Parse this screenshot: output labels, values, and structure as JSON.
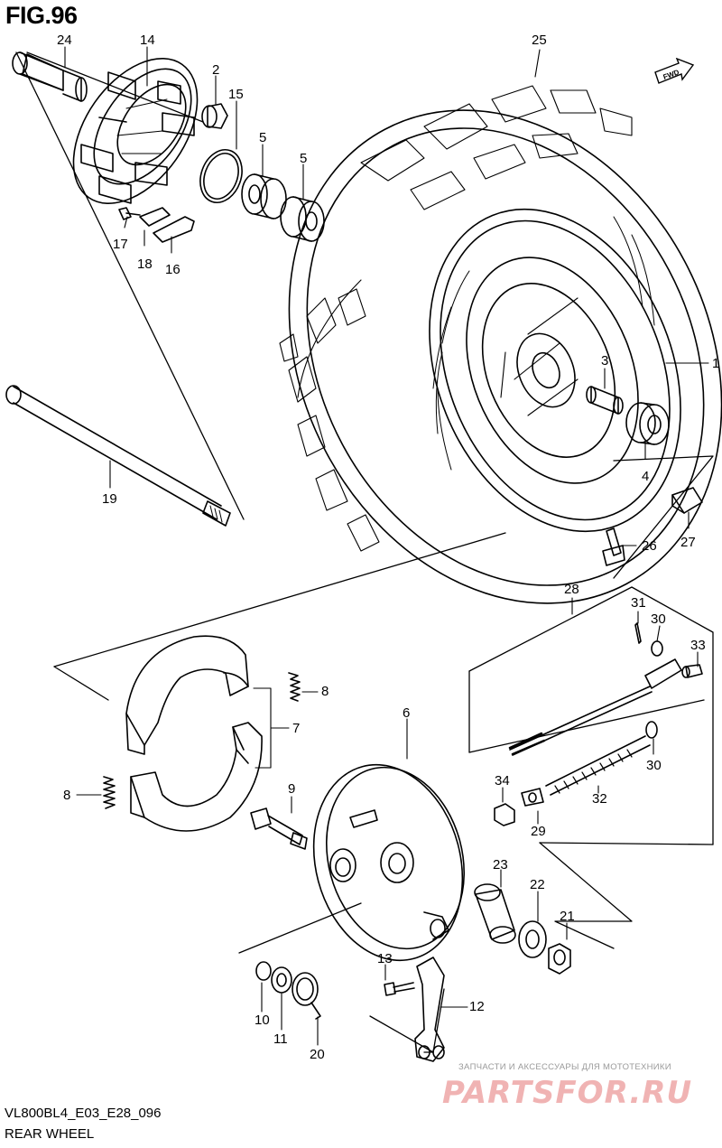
{
  "figure": {
    "title": "FIG.96"
  },
  "fwd_label": "FWD",
  "callouts": [
    {
      "id": "c24",
      "text": "24"
    },
    {
      "id": "c14",
      "text": "14"
    },
    {
      "id": "c2",
      "text": "2"
    },
    {
      "id": "c15",
      "text": "15"
    },
    {
      "id": "c5a",
      "text": "5"
    },
    {
      "id": "c5b",
      "text": "5"
    },
    {
      "id": "c25",
      "text": "25"
    },
    {
      "id": "c17",
      "text": "17"
    },
    {
      "id": "c18",
      "text": "18"
    },
    {
      "id": "c16",
      "text": "16"
    },
    {
      "id": "c3",
      "text": "3"
    },
    {
      "id": "c1",
      "text": "1"
    },
    {
      "id": "c4",
      "text": "4"
    },
    {
      "id": "c19",
      "text": "19"
    },
    {
      "id": "c26",
      "text": "26"
    },
    {
      "id": "c27",
      "text": "27"
    },
    {
      "id": "c28",
      "text": "28"
    },
    {
      "id": "c31",
      "text": "31"
    },
    {
      "id": "c30a",
      "text": "30"
    },
    {
      "id": "c33",
      "text": "33"
    },
    {
      "id": "c8a",
      "text": "8"
    },
    {
      "id": "c7",
      "text": "7"
    },
    {
      "id": "c6",
      "text": "6"
    },
    {
      "id": "c30b",
      "text": "30"
    },
    {
      "id": "c34",
      "text": "34"
    },
    {
      "id": "c32",
      "text": "32"
    },
    {
      "id": "c29",
      "text": "29"
    },
    {
      "id": "c8b",
      "text": "8"
    },
    {
      "id": "c9",
      "text": "9"
    },
    {
      "id": "c23",
      "text": "23"
    },
    {
      "id": "c22",
      "text": "22"
    },
    {
      "id": "c21",
      "text": "21"
    },
    {
      "id": "c13",
      "text": "13"
    },
    {
      "id": "c12",
      "text": "12"
    },
    {
      "id": "c10",
      "text": "10"
    },
    {
      "id": "c11",
      "text": "11"
    },
    {
      "id": "c20",
      "text": "20"
    }
  ],
  "footer": {
    "code": "VL800BL4_E03_E28_096",
    "name": "REAR WHEEL"
  },
  "watermark": {
    "line1": "ЗАПЧАСТИ И АКСЕССУАРЫ ДЛЯ МОТОТЕХНИКИ",
    "line2": "PARTSFOR.RU"
  }
}
